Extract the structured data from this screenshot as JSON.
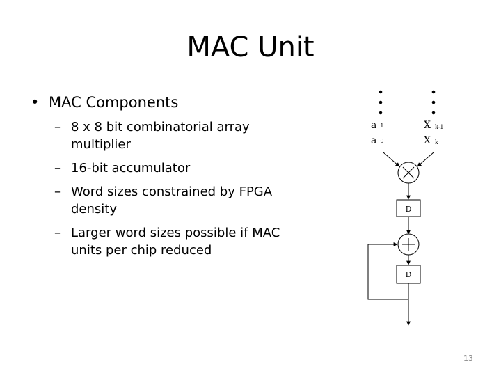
{
  "slide": {
    "title": "MAC Unit",
    "bullet": "MAC Components",
    "sub_bullets": [
      "8 x 8 bit combinatorial array multiplier",
      "16-bit accumulator",
      "Word sizes constrained by FPGA density",
      "Larger word sizes possible if MAC units per chip reduced"
    ],
    "number": "13"
  },
  "diagram": {
    "a1": "a",
    "a1_sub": "1",
    "a0": "a",
    "a0_sub": "0",
    "x_k1": "X",
    "x_k1_sub": "k-1",
    "x_k": "X",
    "x_k_sub": "k",
    "delay1": "D",
    "delay2": "D",
    "multiplier_icon": "times-circle-icon",
    "adder_icon": "plus-circle-icon"
  }
}
